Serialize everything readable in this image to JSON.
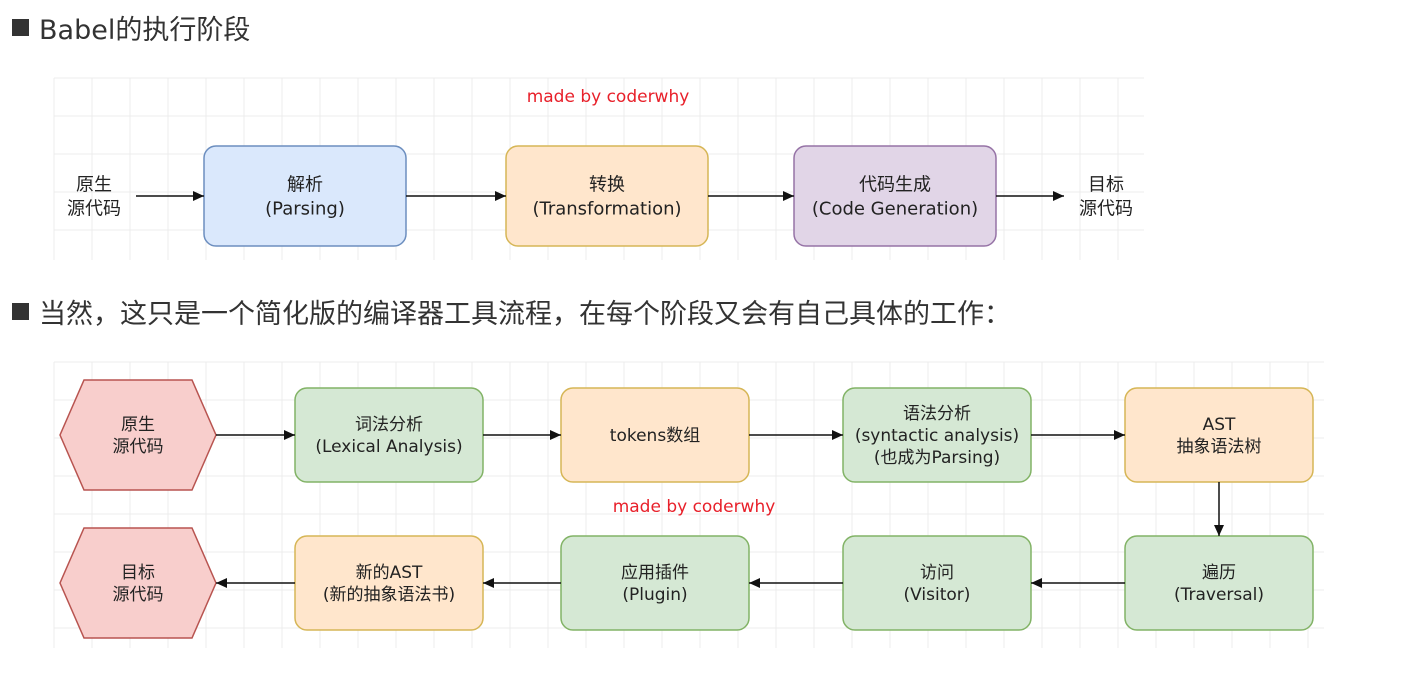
{
  "heading1": "Babel的执行阶段",
  "heading2": "当然，这只是一个简化版的编译器工具流程，在每个阶段又会有自己具体的工作：",
  "diagram1": {
    "watermark": "made by coderwhy",
    "source": [
      "原生",
      "源代码"
    ],
    "target": [
      "目标",
      "源代码"
    ],
    "stages": [
      {
        "lines": [
          "解析",
          "(Parsing)"
        ],
        "color": "#dae8fc",
        "border": "#6c8ebf"
      },
      {
        "lines": [
          "转换",
          "(Transformation)"
        ],
        "color": "#ffe6cc",
        "border": "#d6b656"
      },
      {
        "lines": [
          "代码生成",
          "(Code Generation)"
        ],
        "color": "#e1d5e7",
        "border": "#9673a6"
      }
    ]
  },
  "diagram2": {
    "watermark": "made by coderwhy",
    "source": [
      "原生",
      "源代码"
    ],
    "target": [
      "目标",
      "源代码"
    ],
    "hexagon_color": "#f8cecc",
    "hexagon_border": "#b85450",
    "row1": [
      {
        "lines": [
          "词法分析",
          "(Lexical Analysis)"
        ],
        "color": "#d5e8d4",
        "border": "#82b366"
      },
      {
        "lines": [
          "tokens数组"
        ],
        "color": "#ffe6cc",
        "border": "#d6b656"
      },
      {
        "lines": [
          "语法分析",
          "(syntactic analysis)",
          "(也成为Parsing)"
        ],
        "color": "#d5e8d4",
        "border": "#82b366"
      },
      {
        "lines": [
          "AST",
          "抽象语法树"
        ],
        "color": "#ffe6cc",
        "border": "#d6b656"
      }
    ],
    "row2": [
      {
        "lines": [
          "遍历",
          "(Traversal)"
        ],
        "color": "#d5e8d4",
        "border": "#82b366"
      },
      {
        "lines": [
          "访问",
          "(Visitor)"
        ],
        "color": "#d5e8d4",
        "border": "#82b366"
      },
      {
        "lines": [
          "应用插件",
          "(Plugin)"
        ],
        "color": "#d5e8d4",
        "border": "#82b366"
      },
      {
        "lines": [
          "新的AST",
          "(新的抽象语法书)"
        ],
        "color": "#ffe6cc",
        "border": "#d6b656"
      }
    ]
  }
}
